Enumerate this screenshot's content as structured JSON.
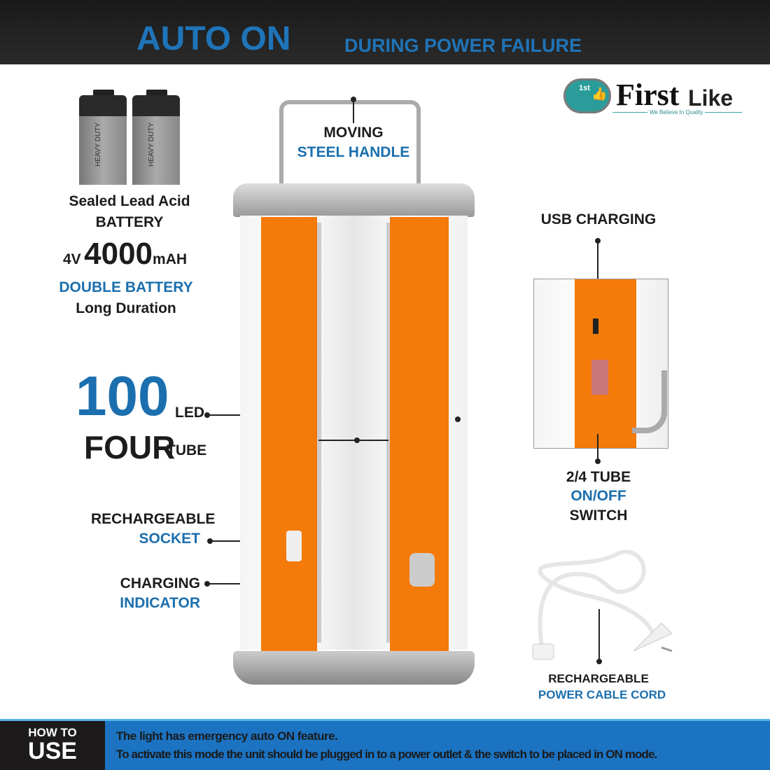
{
  "header": {
    "title_big": "AUTO ON",
    "title_small": "DURING POWER FAILURE"
  },
  "logo": {
    "badge": "1st",
    "brand_first": "First",
    "brand_second": "Like",
    "tagline": "We Believe In Quality"
  },
  "battery": {
    "cell_label": "HEAVY DUTY",
    "type_line1": "Sealed Lead Acid",
    "type_line2": "BATTERY",
    "voltage": "4V",
    "capacity": "4000",
    "capacity_unit": "mAH",
    "double": "DOUBLE BATTERY",
    "duration": "Long Duration"
  },
  "led": {
    "count": "100",
    "count_unit": "LED",
    "tubes": "FOUR",
    "tubes_unit": "TUBE"
  },
  "callouts": {
    "handle_line1": "MOVING",
    "handle_line2": "STEEL HANDLE",
    "socket_line1": "RECHARGEABLE",
    "socket_line2": "SOCKET",
    "indicator_line1": "CHARGING",
    "indicator_line2": "INDICATOR",
    "usb": "USB CHARGING",
    "switch_line1": "2/4 TUBE",
    "switch_line2": "ON/OFF",
    "switch_line3": "SWITCH",
    "cord_line1": "RECHARGEABLE",
    "cord_line2": "POWER CABLE CORD"
  },
  "how_to_use": {
    "label_line1": "HOW TO",
    "label_line2": "USE",
    "text_line1": "The light has emergency auto ON feature.",
    "text_line2": "To activate this mode the unit should be plugged in to a power outlet & the switch to be placed in ON mode."
  },
  "colors": {
    "accent_blue": "#1b6fae",
    "orange": "#f47a0a",
    "bar_blue": "#1b73c2"
  }
}
